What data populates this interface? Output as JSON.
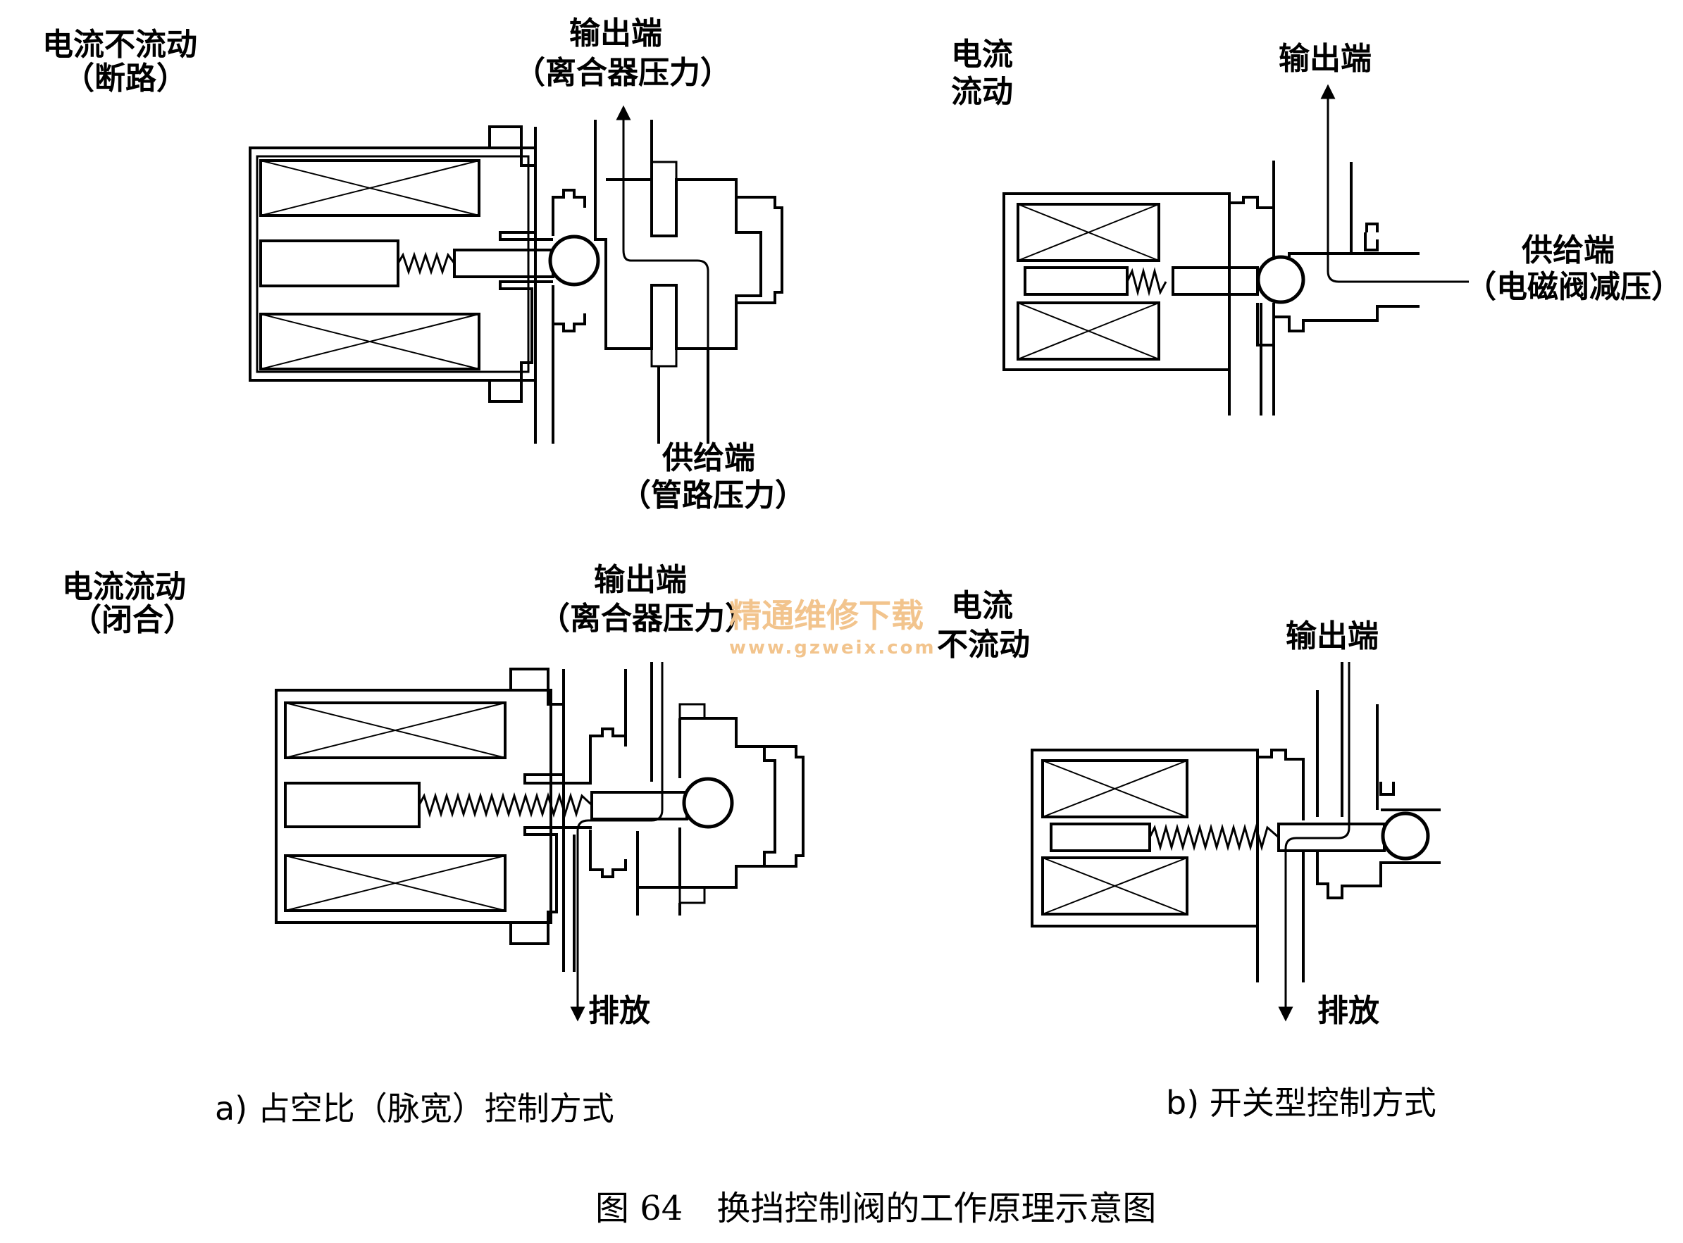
{
  "figure": {
    "caption": "图 64　换挡控制阀的工作原理示意图"
  },
  "panel_a": {
    "caption": "a) 占空比（脉宽）控制方式",
    "top": {
      "state_line1": "电流不流动",
      "state_line2": "（断路）",
      "output_line1": "输出端",
      "output_line2": "（离合器压力）",
      "supply_line1": "供给端",
      "supply_line2": "（管路压力）"
    },
    "bottom": {
      "state_line1": "电流流动",
      "state_line2": "（闭合）",
      "output_line1": "输出端",
      "output_line2": "（离合器压力）",
      "drain": "排放"
    }
  },
  "panel_b": {
    "caption": "b) 开关型控制方式",
    "top": {
      "state_line1": "电流",
      "state_line2": "流动",
      "output": "输出端",
      "supply_line1": "供给端",
      "supply_line2": "（电磁阀减压）"
    },
    "bottom": {
      "state_line1": "电流",
      "state_line2": "不流动",
      "output": "输出端",
      "drain": "排放"
    }
  },
  "watermark": {
    "line1": "精通维修下载",
    "line2": "www.gzweix.com"
  },
  "colors": {
    "ink": "#000000",
    "background": "#ffffff",
    "watermark": "#f2c48d"
  }
}
